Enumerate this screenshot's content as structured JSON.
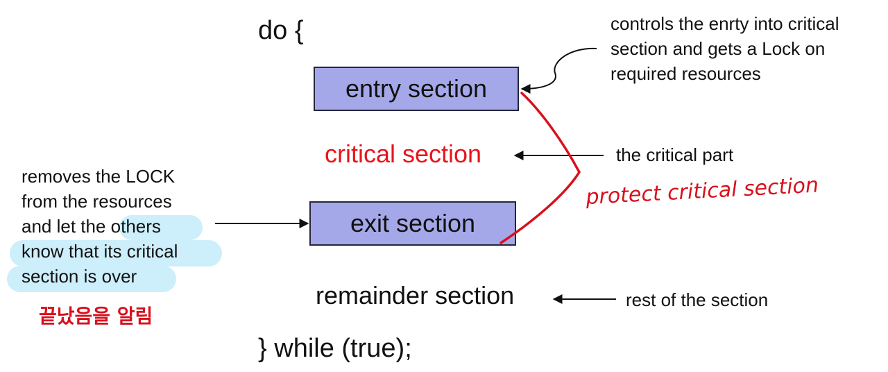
{
  "code": {
    "start": "do {",
    "end": "} while (true);"
  },
  "boxes": {
    "entry": "entry section",
    "exit": "exit section"
  },
  "sections": {
    "critical": "critical section",
    "remainder": "remainder section"
  },
  "notes": {
    "entry": [
      "controls the enrty into critical",
      "section and gets a Lock on",
      "required resources"
    ],
    "critical": "the critical part",
    "remainder": "rest of the section",
    "exit": [
      "removes the LOCK",
      "from the resources",
      "and let the others",
      "know that its critical",
      "section is over"
    ]
  },
  "handwritten": {
    "protect": "protect critical section",
    "korean": "끝났음을 알림"
  },
  "colors": {
    "box_fill": "#a4a8e8",
    "critical_text": "#e8141c",
    "ink": "#d8101c",
    "highlight": "#cdeefb"
  }
}
